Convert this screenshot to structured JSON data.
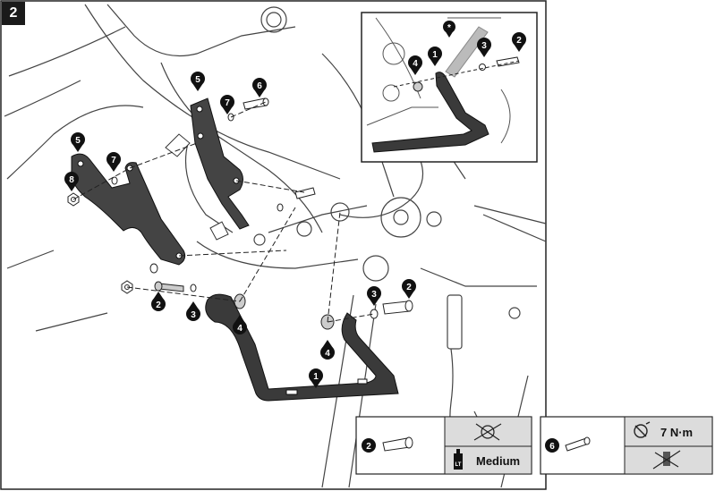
{
  "step": {
    "number": "2"
  },
  "callouts": {
    "c1": "1",
    "c2": "2",
    "c3": "3",
    "c4": "4",
    "c5": "5",
    "c6": "6",
    "c7": "7",
    "c8": "8",
    "star": "*"
  },
  "legend": {
    "screw2": {
      "badge": "2",
      "loctite_text": "Medium",
      "loctite_label": "LT"
    },
    "screw6": {
      "badge": "6",
      "torque_text": "7 N·m"
    }
  },
  "colors": {
    "part_dark": "#3a3a3a",
    "part_mid": "#555555",
    "line": "#222222",
    "legend_bg": "#dcdcdc"
  }
}
